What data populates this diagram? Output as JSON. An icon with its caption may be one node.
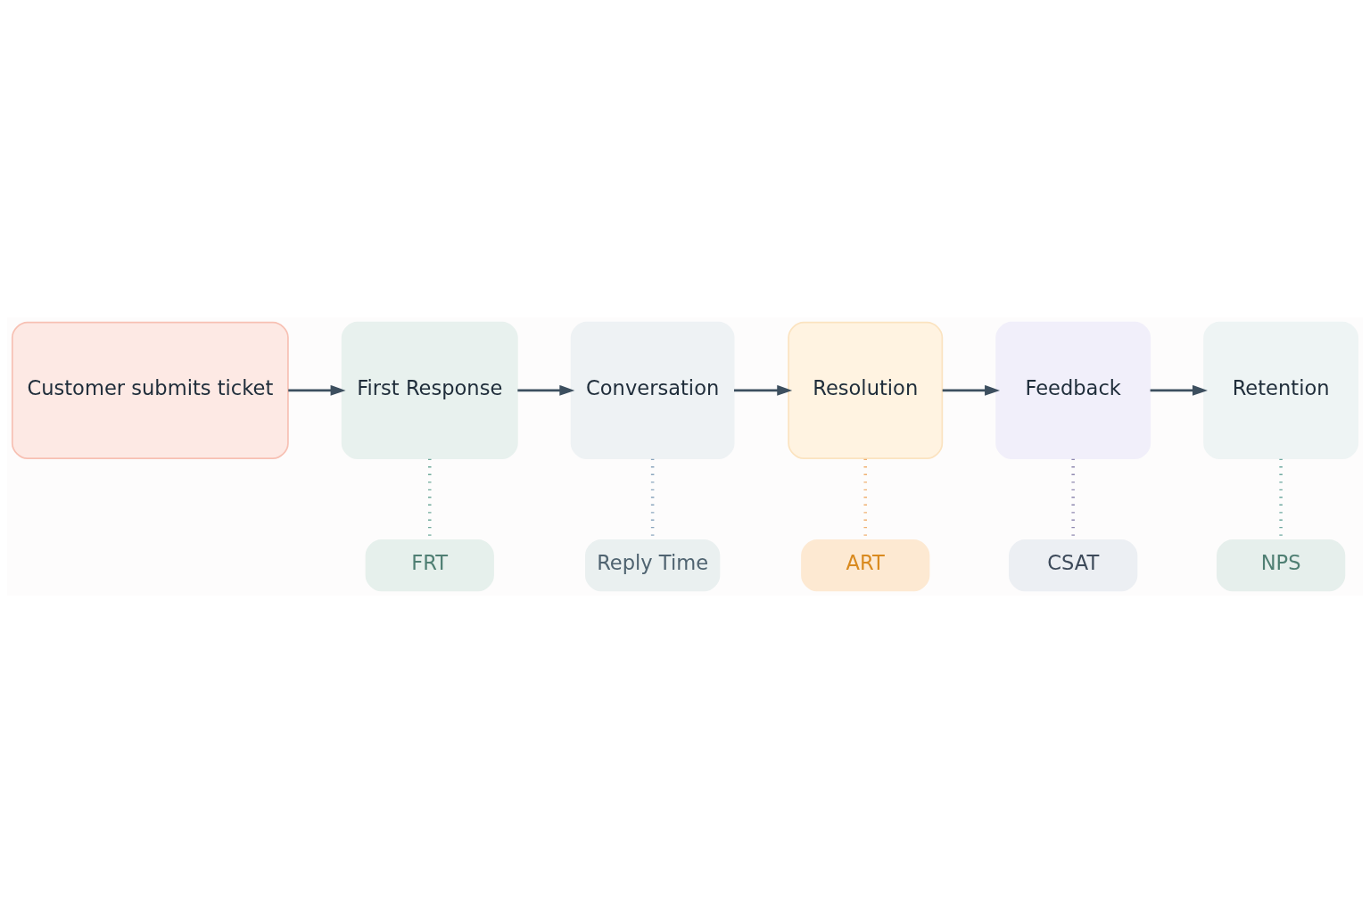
{
  "diagram": {
    "nodes": [
      {
        "text": [
          "Customer submits ticket"
        ]
      },
      {
        "text": [
          "First Response"
        ]
      },
      {
        "text": [
          "Conversation"
        ]
      },
      {
        "text": [
          "Resolution"
        ]
      },
      {
        "text": [
          "Feedback"
        ]
      },
      {
        "text": [
          "Retention"
        ]
      },
      {
        "text": [
          "FRT"
        ]
      },
      {
        "text": [
          "Reply Time"
        ]
      },
      {
        "text": [
          "ART"
        ]
      },
      {
        "text": [
          "CSAT"
        ]
      },
      {
        "text": [
          "NPS"
        ]
      }
    ],
    "edges": [
      {
        "from": 0,
        "to": 1,
        "arrow": "to"
      },
      {
        "from": 1,
        "to": 2,
        "arrow": "to"
      },
      {
        "from": 2,
        "to": 3,
        "arrow": "to"
      },
      {
        "from": 3,
        "to": 4,
        "arrow": "to"
      },
      {
        "from": 4,
        "to": 5,
        "arrow": "to"
      },
      {
        "from": 1,
        "to": 6,
        "arrow": "none",
        "style": "dashed",
        "color": "#6fa99a"
      },
      {
        "from": 2,
        "to": 7,
        "arrow": "none",
        "style": "dashed",
        "color": "#8aa5bd"
      },
      {
        "from": 3,
        "to": 8,
        "arrow": "none",
        "style": "dashed",
        "color": "#f0b070"
      },
      {
        "from": 4,
        "to": 9,
        "arrow": "none",
        "style": "dashed",
        "color": "#8f88b0"
      },
      {
        "from": 5,
        "to": 10,
        "arrow": "none",
        "style": "dashed",
        "color": "#6fa9a0"
      }
    ]
  }
}
